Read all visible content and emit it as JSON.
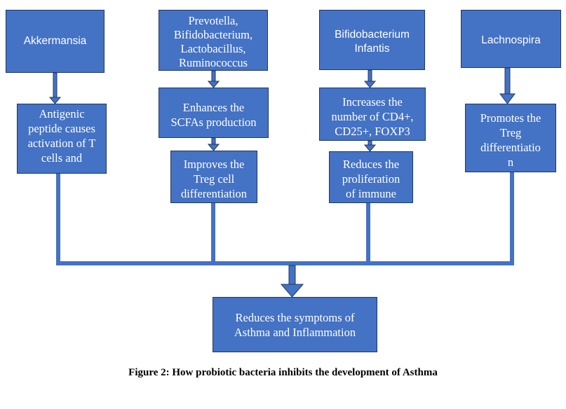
{
  "diagram": {
    "bacteria": [
      {
        "lines": [
          "Akkermansia"
        ]
      },
      {
        "lines": [
          "Prevotella,",
          "Bifidobacterium,",
          "Lactobacillus,",
          "Ruminococcus"
        ]
      },
      {
        "lines": [
          "Bifidobacterium",
          "Infantis"
        ]
      },
      {
        "lines": [
          "Lachnospira"
        ]
      }
    ],
    "effects": [
      {
        "lines": [
          "Antigenic",
          "peptide causes",
          "activation of T",
          "cells and"
        ]
      },
      {
        "lines": [
          "Enhances the",
          "SCFAs production"
        ]
      },
      {
        "lines": [
          "Increases the",
          "number of CD4+,",
          "CD25+, FOXP3"
        ]
      },
      {
        "lines": [
          "Promotes the",
          "Treg",
          "differentiatio",
          "n"
        ]
      }
    ],
    "secondary_effects": [
      {
        "lines": [
          "Improves the",
          "Treg cell",
          "differentiation"
        ]
      },
      {
        "lines": [
          "Reduces the",
          "proliferation",
          "of immune"
        ]
      }
    ],
    "outcome": {
      "lines": [
        "Reduces the symptoms of",
        "Asthma and Inflammation"
      ]
    }
  },
  "caption": "Figure 2: How probiotic bacteria inhibits the development of Asthma",
  "colors": {
    "box_fill": "#4472c4",
    "box_border": "#1f3864",
    "connector": "#4472c4",
    "arrow_stroke": "#1f3864"
  }
}
